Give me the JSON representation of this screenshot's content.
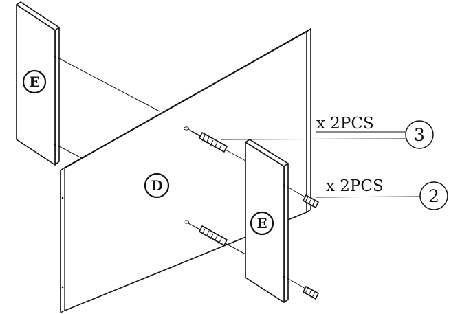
{
  "panels": {
    "large_label": "D",
    "side_label": "E"
  },
  "callouts": [
    {
      "quantity": "x 2PCS",
      "number": "3"
    },
    {
      "quantity": "x 2PCS",
      "number": "2"
    }
  ]
}
